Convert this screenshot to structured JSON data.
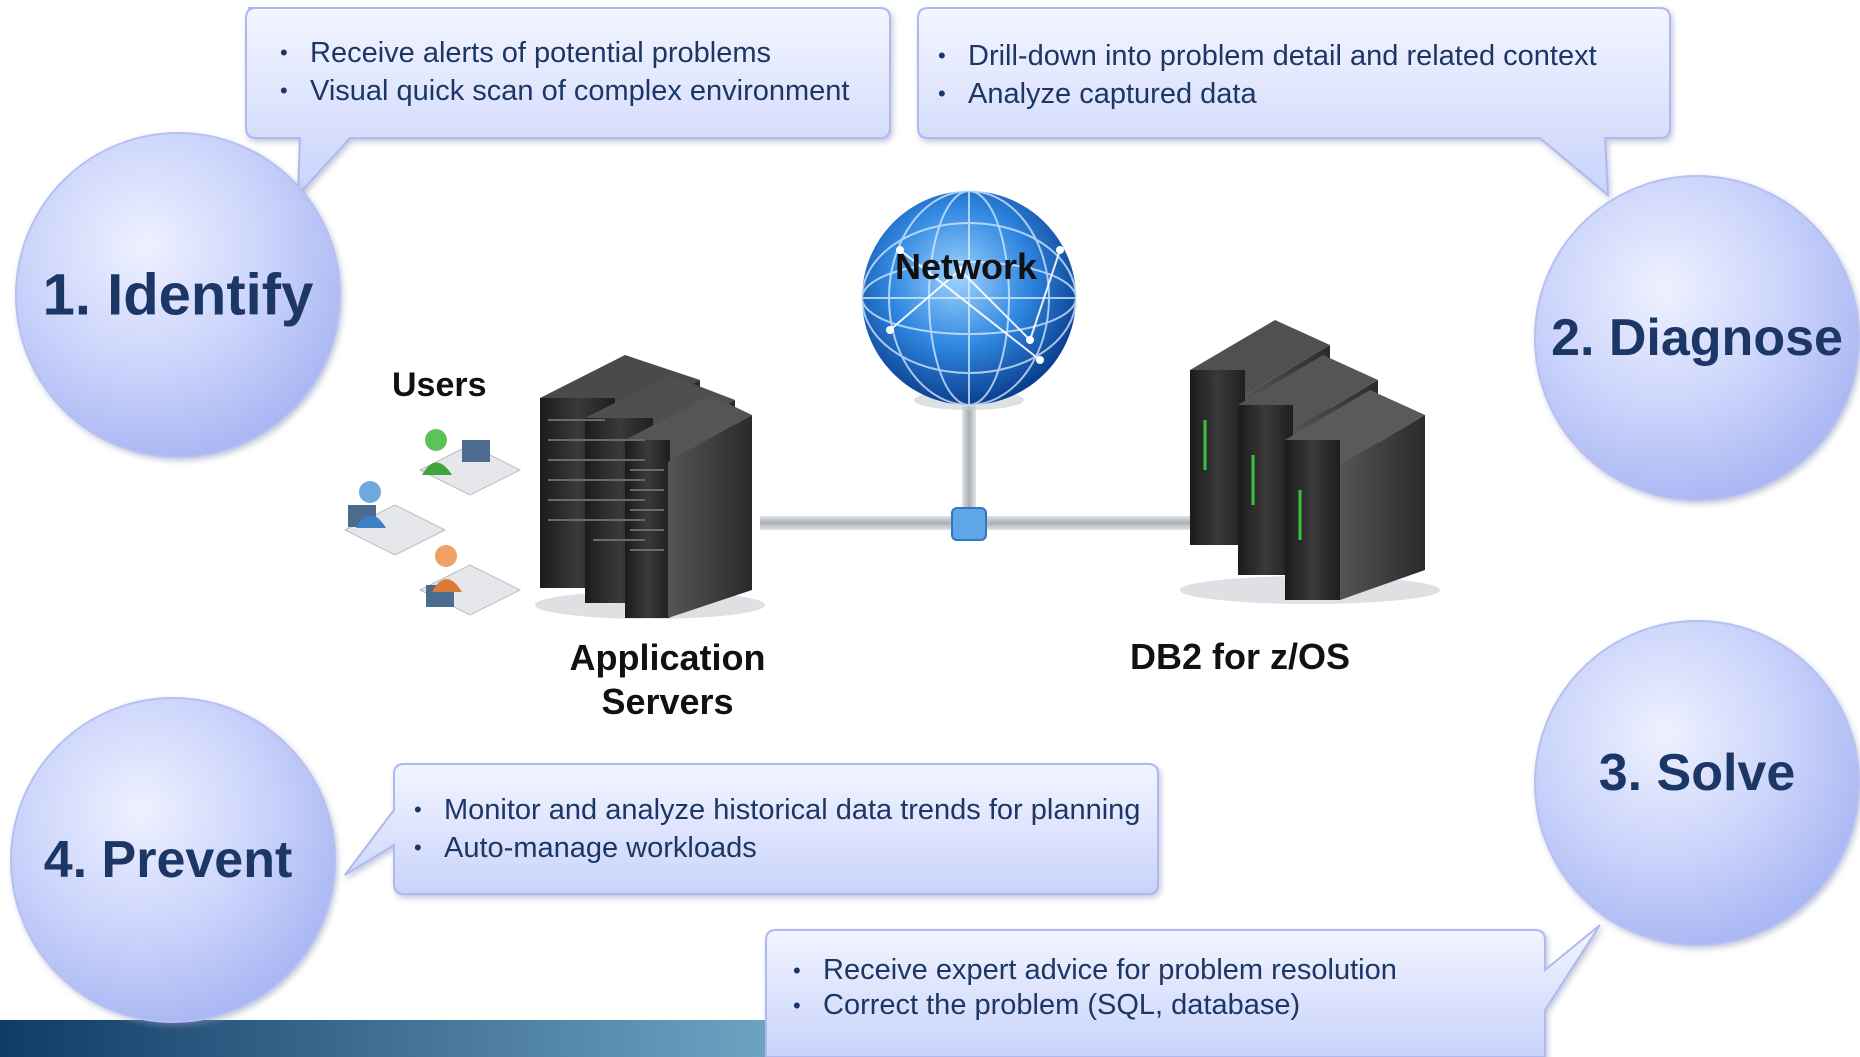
{
  "stages": {
    "identify": {
      "label": "1. Identify",
      "bullets": [
        "Receive alerts of potential problems",
        "Visual quick scan of complex environment"
      ]
    },
    "diagnose": {
      "label": "2. Diagnose",
      "bullets": [
        "Drill-down into problem detail and related context",
        "Analyze captured data"
      ]
    },
    "solve": {
      "label": "3. Solve",
      "bullets": [
        "Receive expert advice for problem resolution",
        "Correct the problem (SQL, database)"
      ]
    },
    "prevent": {
      "label": "4. Prevent",
      "bullets": [
        "Monitor and analyze historical data trends for planning",
        "Auto-manage workloads"
      ]
    }
  },
  "nodes": {
    "users": "Users",
    "network": "Network",
    "app_servers_line1": "Application",
    "app_servers_line2": "Servers",
    "db2": "DB2 for z/OS"
  },
  "colors": {
    "text_dark_blue": "#1c3766",
    "bubble_fill": "#cdd6fb",
    "bubble_edge": "#a9b6f3",
    "circle_fill": "#c3cdfa",
    "globe_blue": "#1f6fd0",
    "server_dark": "#2a2a2a",
    "footer_bar": "#2c5f8a"
  },
  "icons": {
    "users": "user-workstation-icon",
    "app_servers": "server-rack-icon",
    "network": "globe-icon",
    "db2": "mainframe-rack-icon"
  }
}
